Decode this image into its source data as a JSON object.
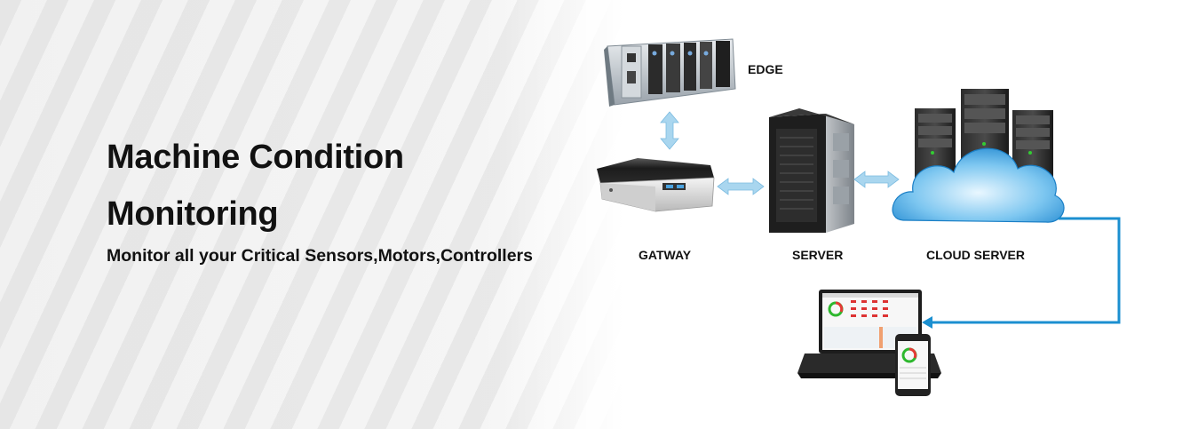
{
  "headline": {
    "line1": "Machine Condition",
    "line2": "Monitoring",
    "subtitle": "Monitor all your Critical Sensors,Motors,Controllers"
  },
  "nodes": {
    "edge": "EDGE",
    "gateway": "GATWAY",
    "server": "SERVER",
    "cloud": "CLOUD SERVER"
  },
  "colors": {
    "arrow": "#a9d6ef",
    "connector": "#1b8fd0",
    "text": "#111111"
  }
}
